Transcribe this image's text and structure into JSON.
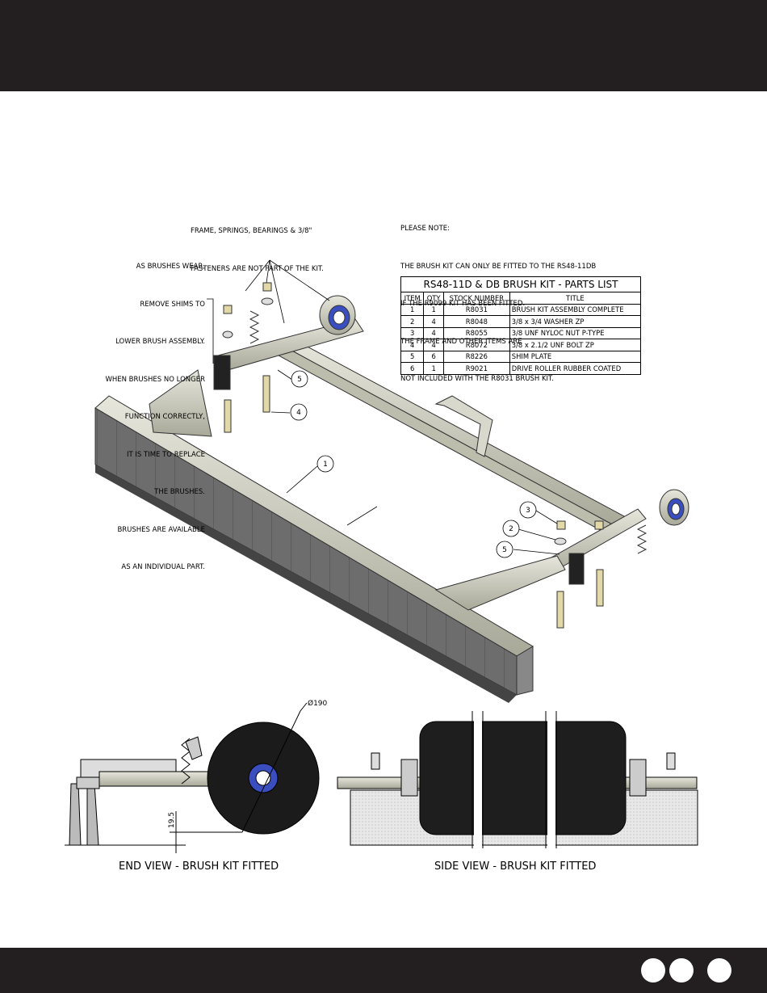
{
  "notes": {
    "frame": [
      "FRAME, SPRINGS, BEARINGS & 3/8\"",
      "FASTENERS ARE NOT PART OF THE KIT."
    ],
    "please_note": [
      "PLEASE NOTE:",
      "THE BRUSH KIT CAN ONLY BE FITTED TO THE RS48-11DB",
      "IF THE R9099 KIT HAS BEEN FITTED.",
      "THE FRAME AND OTHER ITEMS ARE",
      "NOT INCLUDED WITH THE R8031 BRUSH KIT."
    ],
    "brushes": [
      "AS BRUSHES WEAR,",
      "REMOVE SHIMS TO",
      "LOWER BRUSH ASSEMBLY.",
      "WHEN BRUSHES NO LONGER",
      "FUNCTION CORRECTLY,",
      "IT IS TIME TO REPLACE",
      "THE BRUSHES.",
      "BRUSHES ARE AVAILABLE",
      "AS AN INDIVIDUAL PART."
    ]
  },
  "parts_list": {
    "title": "RS48-11D & DB BRUSH KIT - PARTS LIST",
    "headers": [
      "ITEM",
      "QTY",
      "STOCK NUMBER",
      "TITLE"
    ],
    "rows": [
      [
        "1",
        "1",
        "R8031",
        "BRUSH KIT ASSEMBLY COMPLETE"
      ],
      [
        "2",
        "4",
        "R8048",
        "3/8 x 3/4 WASHER ZP"
      ],
      [
        "3",
        "4",
        "R8055",
        "3/8 UNF NYLOC NUT P-TYPE"
      ],
      [
        "4",
        "4",
        "R8072",
        "3/8 x 2.1/2  UNF BOLT ZP"
      ],
      [
        "5",
        "6",
        "R8226",
        "SHIM PLATE"
      ],
      [
        "6",
        "1",
        "R9021",
        "DRIVE ROLLER RUBBER COATED"
      ]
    ]
  },
  "balloons": [
    "1",
    "2",
    "3",
    "4",
    "5",
    "5"
  ],
  "dimensions": {
    "diameter": "Ø190",
    "height": "19.5"
  },
  "captions": {
    "end_view": "END VIEW - BRUSH KIT FITTED",
    "side_view": "SIDE VIEW - BRUSH KIT FITTED"
  },
  "colors": {
    "header_bar": "#231f20",
    "bearing_blue": "#3a4ec0",
    "metal": "#c8c8b8"
  }
}
